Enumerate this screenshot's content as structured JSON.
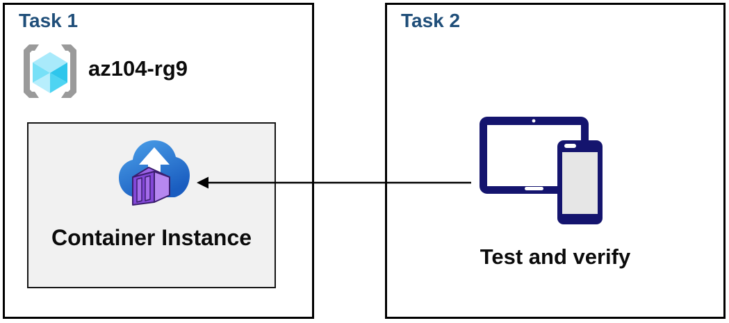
{
  "task1": {
    "title": "Task 1",
    "resource_group": {
      "name": "az104-rg9",
      "icon": "resource-group-icon"
    },
    "container_instance": {
      "label": "Container Instance",
      "icon": "container-instance-icon"
    }
  },
  "task2": {
    "title": "Task 2",
    "label": "Test and verify",
    "icon": "tablet-and-phone-icon"
  },
  "arrow": {
    "description": "horizontal arrow from Task 2 devices pointing left to Container Instance",
    "direction": "right-to-left"
  },
  "colors": {
    "title_blue": "#1F4E79",
    "device_navy": "#14146E",
    "box_border": "#000000",
    "container_box_fill": "#F1F1F1",
    "cloud_blue_light": "#4DA2EA",
    "cloud_blue_dark": "#1A5DC0",
    "container_purple_front": "#8348D8",
    "container_purple_side": "#B687F0",
    "cube_cyan_light": "#A9EAFB",
    "cube_cyan_dark": "#2EC6EC",
    "bracket_gray": "#9A9A9A"
  }
}
